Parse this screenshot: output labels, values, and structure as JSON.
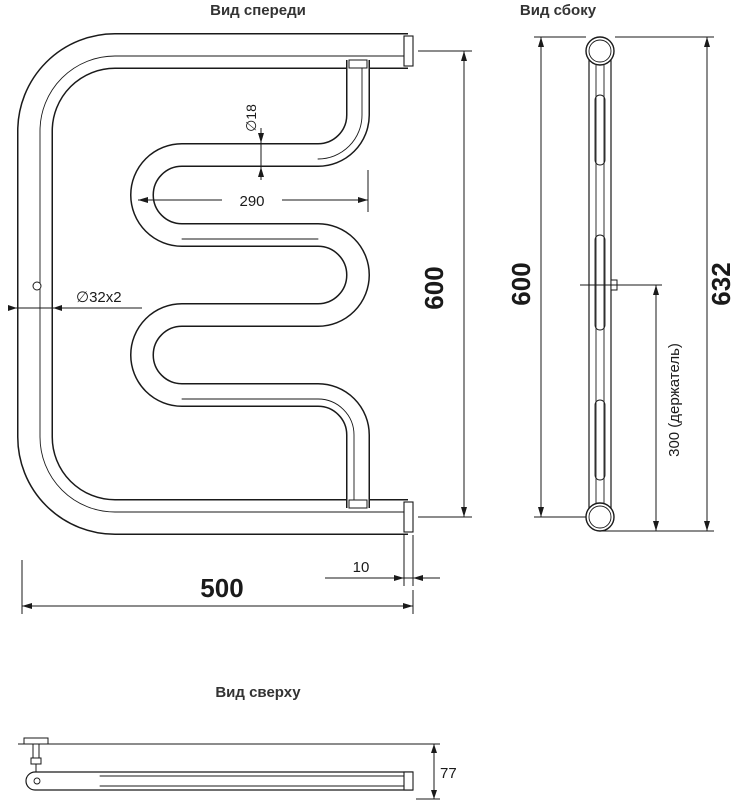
{
  "titles": {
    "front": "Вид спереди",
    "side": "Вид сбоку",
    "top": "Вид сверху"
  },
  "dimensions": {
    "width_total": "500",
    "height_front": "600",
    "height_side": "600",
    "height_total": "632",
    "coil_width": "290",
    "coil_diameter": "∅18",
    "pipe_diameter": "∅32x2",
    "outlet_offset": "10",
    "holder_height": "300 (держатель)",
    "depth": "77"
  }
}
